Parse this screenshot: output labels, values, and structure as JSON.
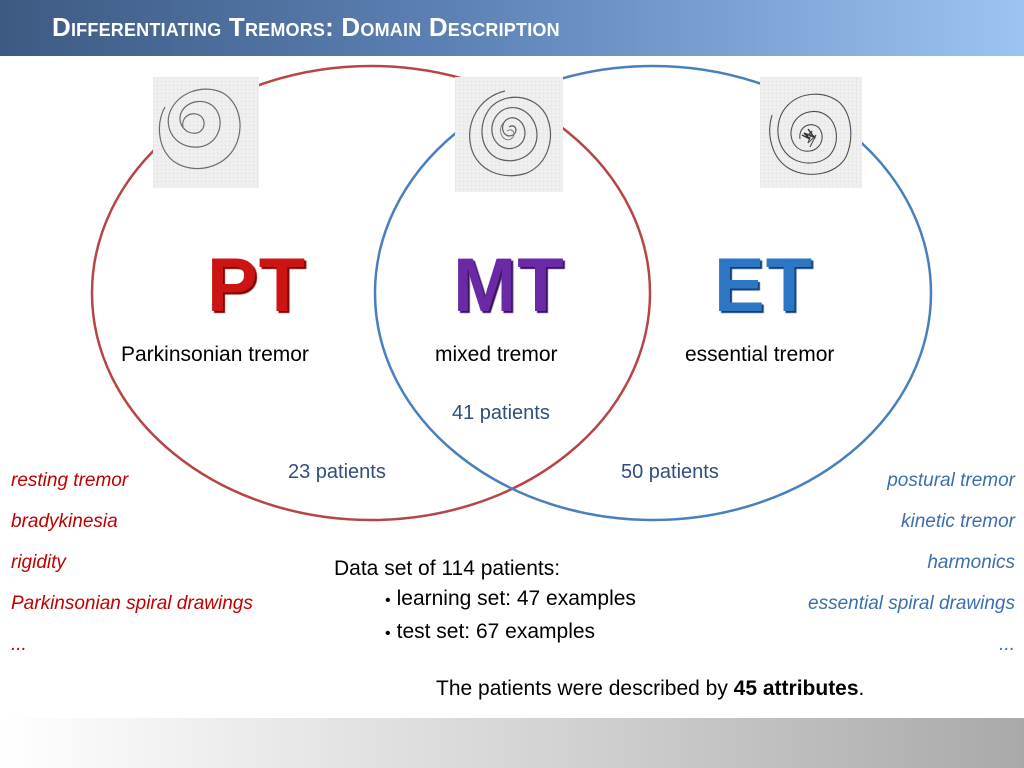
{
  "title": "Differentiating Tremors: Domain Description",
  "groups": {
    "pt": {
      "abbr": "PT",
      "label": "Parkinsonian tremor",
      "patients": "23 patients",
      "color": "#cc1414"
    },
    "mt": {
      "abbr": "MT",
      "label": "mixed tremor",
      "patients": "41 patients",
      "color": "#6a2aa6"
    },
    "et": {
      "abbr": "ET",
      "label": "essential tremor",
      "patients": "50 patients",
      "color": "#2d76c4"
    }
  },
  "pt_features": [
    "resting tremor",
    "bradykinesia",
    "rigidity",
    "Parkinsonian spiral drawings",
    "..."
  ],
  "et_features": [
    "postural tremor",
    "kinetic tremor",
    "harmonics",
    "essential spiral drawings",
    "..."
  ],
  "dataset": {
    "heading": "Data set of 114 patients:",
    "items": [
      "learning set: 47 examples",
      "test set: 67 examples"
    ]
  },
  "attributes": {
    "prefix": "The patients were described by ",
    "bold": "45 attributes",
    "suffix": "."
  },
  "colors": {
    "pt_circle": "#b84545",
    "et_circle": "#4a7fbe",
    "title_bar_start": "#3d5a82",
    "title_bar_end": "#9cc4f2"
  },
  "icons": [
    "spiral-drawing-pt",
    "spiral-drawing-mt",
    "spiral-drawing-et"
  ]
}
